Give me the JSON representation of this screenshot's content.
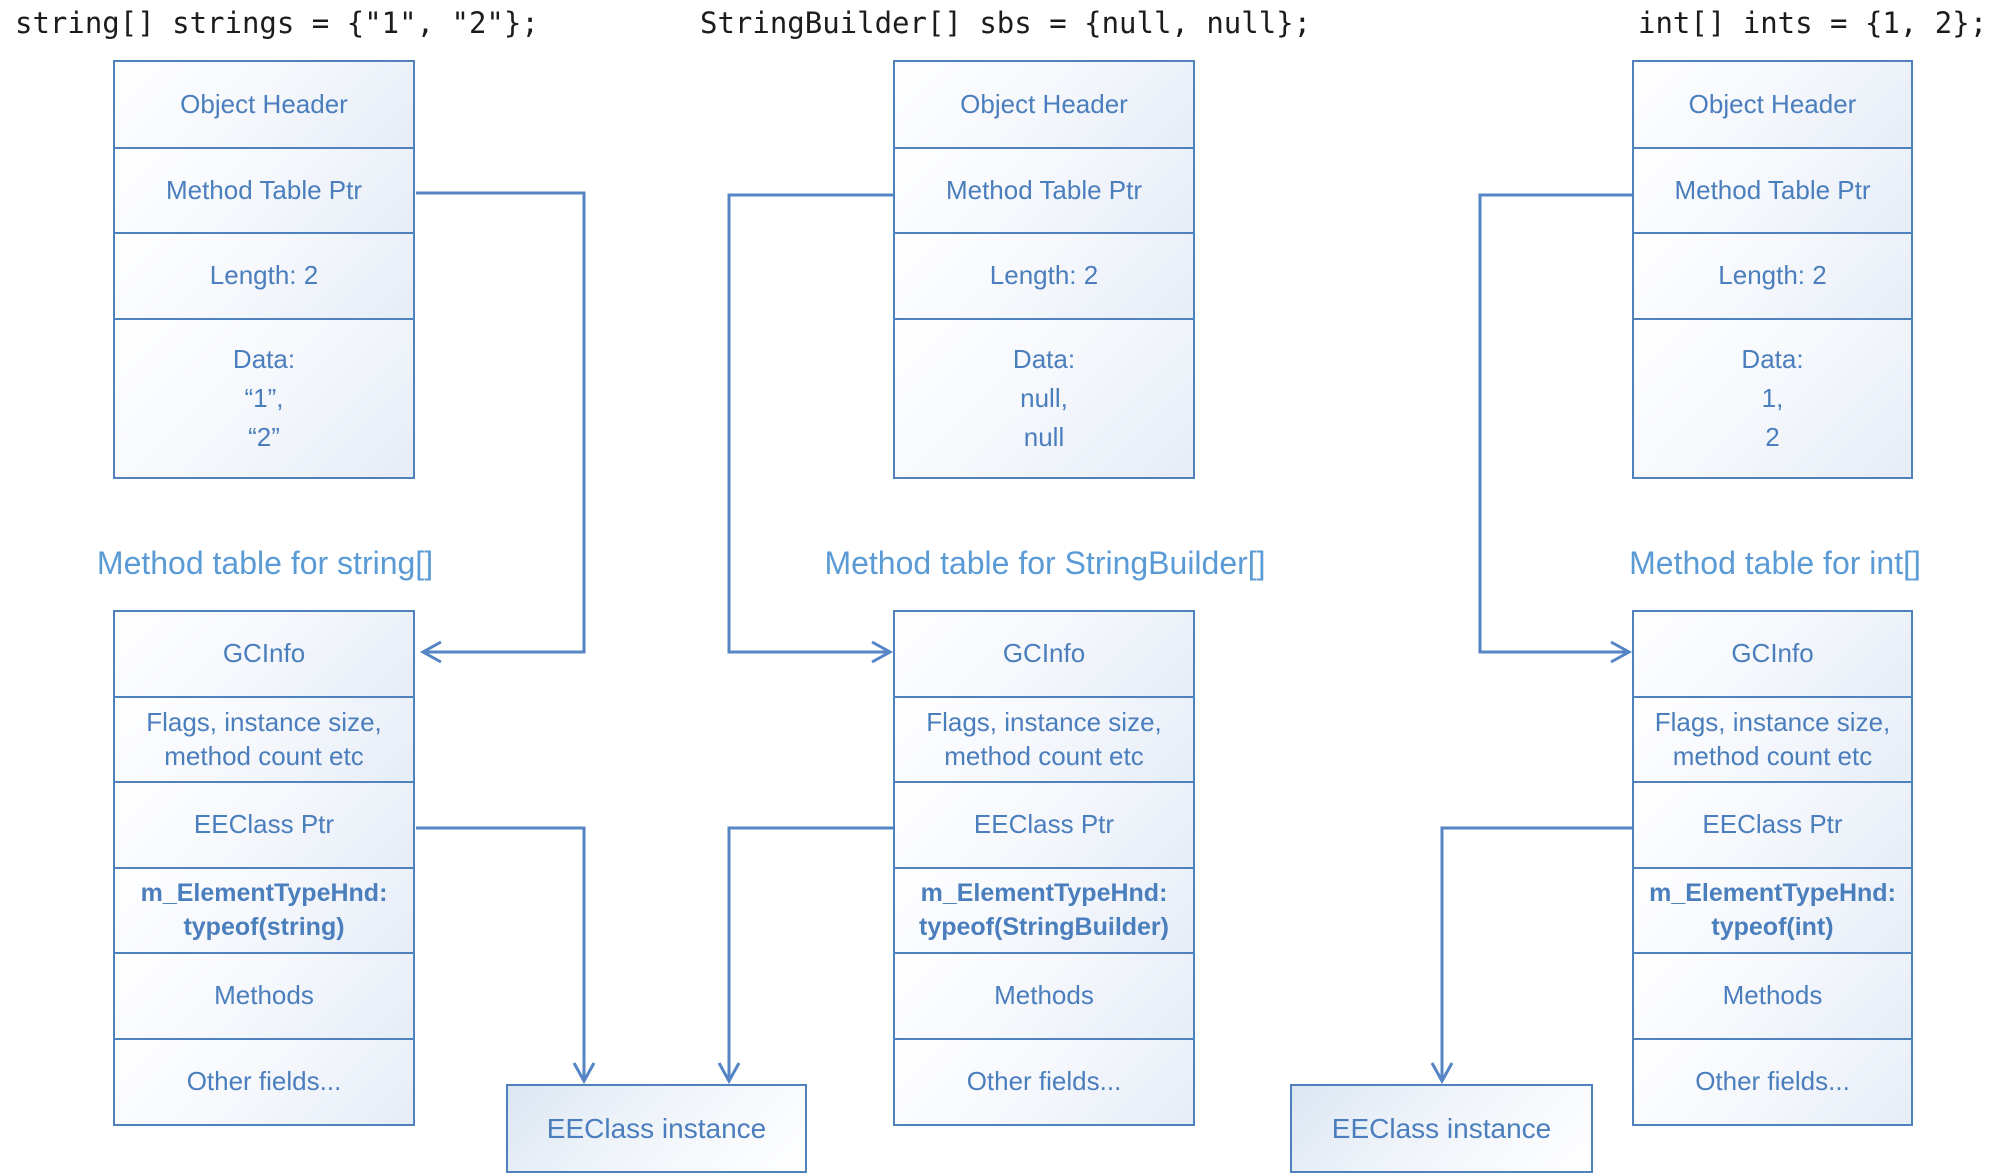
{
  "colors": {
    "box_border": "#4f81bd",
    "row_text": "#4a7ebc",
    "section_label": "#5b9bd5",
    "connector": "#5585c4",
    "code_text": "#1c1c1c"
  },
  "columns": [
    {
      "code": "string[] strings = {\"1\", \"2\"};",
      "array_box": {
        "rows": [
          {
            "label": "Object Header"
          },
          {
            "label": "Method Table Ptr"
          },
          {
            "label": "Length: 2"
          }
        ],
        "data_row": {
          "title": "Data:",
          "line1": "“1”,",
          "line2": "“2”"
        }
      },
      "method_table_label": "Method table for string[]",
      "method_table": {
        "rows": [
          {
            "label": "GCInfo"
          },
          {
            "label": "Flags, instance size, method count etc"
          },
          {
            "label": "EEClass Ptr"
          },
          {
            "line1": "m_ElementTypeHnd:",
            "line2": "typeof(string)",
            "bold": true
          },
          {
            "label": "Methods"
          },
          {
            "label": "Other fields..."
          }
        ]
      }
    },
    {
      "code": "StringBuilder[] sbs = {null, null};",
      "array_box": {
        "rows": [
          {
            "label": "Object Header"
          },
          {
            "label": "Method Table Ptr"
          },
          {
            "label": "Length: 2"
          }
        ],
        "data_row": {
          "title": "Data:",
          "line1": "null,",
          "line2": "null"
        }
      },
      "method_table_label": "Method table for StringBuilder[]",
      "method_table": {
        "rows": [
          {
            "label": "GCInfo"
          },
          {
            "label": "Flags, instance size, method count etc"
          },
          {
            "label": "EEClass Ptr"
          },
          {
            "line1": "m_ElementTypeHnd:",
            "line2": "typeof(StringBuilder)",
            "bold": true
          },
          {
            "label": "Methods"
          },
          {
            "label": "Other fields..."
          }
        ]
      }
    },
    {
      "code": "int[] ints = {1, 2};",
      "array_box": {
        "rows": [
          {
            "label": "Object Header"
          },
          {
            "label": "Method Table Ptr"
          },
          {
            "label": "Length: 2"
          }
        ],
        "data_row": {
          "title": "Data:",
          "line1": "1,",
          "line2": "2"
        }
      },
      "method_table_label": "Method table for int[]",
      "method_table": {
        "rows": [
          {
            "label": "GCInfo"
          },
          {
            "label": "Flags, instance size, method count etc"
          },
          {
            "label": "EEClass Ptr"
          },
          {
            "line1": "m_ElementTypeHnd:",
            "line2": "typeof(int)",
            "bold": true
          },
          {
            "label": "Methods"
          },
          {
            "label": "Other fields..."
          }
        ]
      }
    }
  ],
  "eeclass_instances": [
    {
      "label": "EEClass instance"
    },
    {
      "label": "EEClass instance"
    }
  ]
}
